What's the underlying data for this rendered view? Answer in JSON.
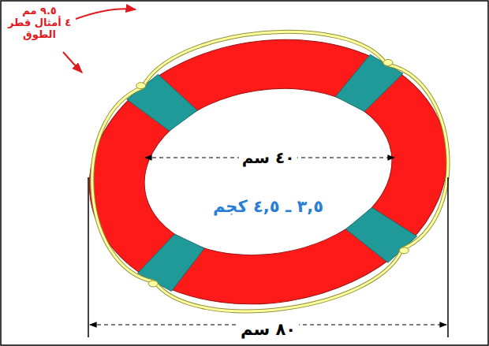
{
  "diagram": {
    "labels": [
      "٩.٥ مم",
      "٤ أمثال قطر الطوق",
      "٤٠ سم",
      "٣,٥ ـ ٤,٥ كجم",
      "٨٠ سم"
    ]
  }
}
